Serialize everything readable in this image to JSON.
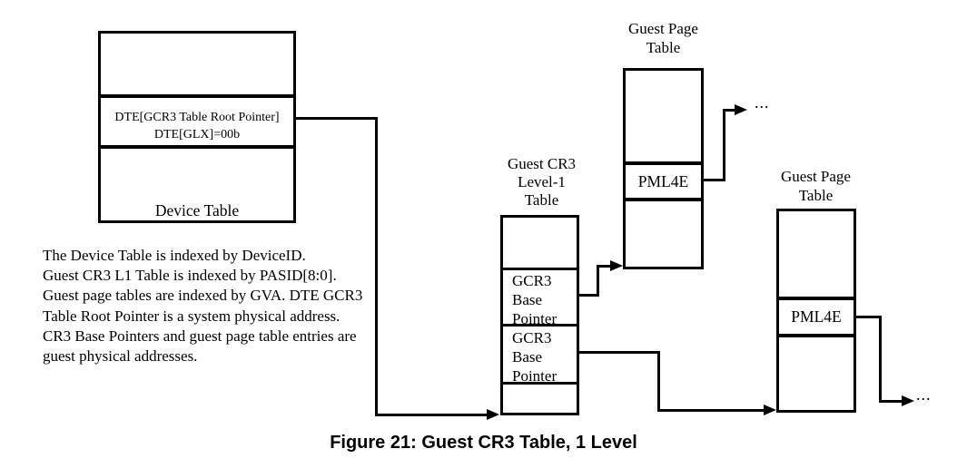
{
  "figure": {
    "caption": "Figure 21: Guest CR3 Table, 1 Level"
  },
  "notes": "The Device Table is indexed by DeviceID.\nGuest CR3 L1 Table is indexed by PASID[8:0].\nGuest page tables are indexed by GVA. DTE GCR3\nTable Root Pointer is a system physical address.\nCR3 Base Pointers and guest page table entries are\nguest physical addresses.",
  "device_table": {
    "entry": "DTE[GCR3 Table Root Pointer]\nDTE[GLX]=00b",
    "label": "Device Table"
  },
  "gcr3_table": {
    "label": "Guest CR3\nLevel-1\nTable",
    "entries": [
      "GCR3\nBase\nPointer",
      "GCR3\nBase\nPointer"
    ]
  },
  "page_table_upper": {
    "label": "Guest Page\nTable",
    "entry": "PML4E",
    "continuation": "..."
  },
  "page_table_lower": {
    "label": "Guest Page\nTable",
    "entry": "PML4E",
    "continuation": "..."
  },
  "colors": {
    "line": "#000000",
    "background": "#ffffff",
    "text": "#000000"
  }
}
